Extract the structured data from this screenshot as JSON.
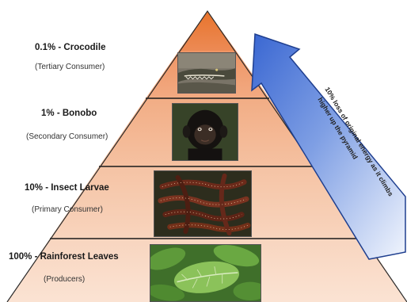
{
  "levels": [
    {
      "title": "0.1% - Crocodile",
      "role": "(Tertiary Consumer)",
      "image": "crocodile-photo"
    },
    {
      "title": "1% - Bonobo",
      "role": "(Secondary Consumer)",
      "image": "bonobo-photo"
    },
    {
      "title": "10% - Insect Larvae",
      "role": "(Primary Consumer)",
      "image": "insect-larvae-photo"
    },
    {
      "title": "100% - Rainforest Leaves",
      "role": "(Producers)",
      "image": "rainforest-leaves-photo"
    }
  ],
  "arrow": {
    "line1": "10% loss of original energy as it climbs",
    "line2": "higher up the pyramid"
  },
  "colors": {
    "apex": "#e8742c",
    "tier_top": "#ef9a6c",
    "tier_mid": "#f3b793",
    "tier_low": "#f7cfb6",
    "tier_base": "#fadfcd",
    "arrow_fill_top": "#3f6fd6",
    "arrow_fill_bottom": "#e8effb",
    "arrow_stroke": "#1f3f8f"
  }
}
